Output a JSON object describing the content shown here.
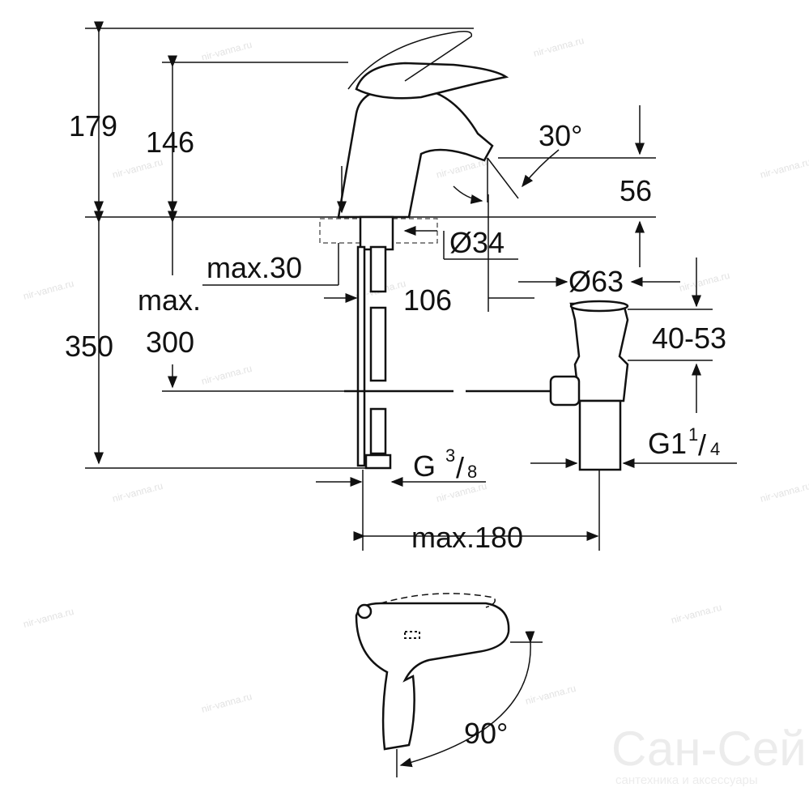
{
  "dimensions": {
    "total_height": "179",
    "spout_height": "146",
    "spout_angle": "30°",
    "spout_projection": "56",
    "hole_diameter": "Ø34",
    "deck_thickness": "max.30",
    "reach": "106",
    "waste_diameter": "Ø63",
    "hose_length_prefix": "max.",
    "hose_length_value": "300",
    "below_deck": "350",
    "waste_range": "40-53",
    "supply_thread_main": "G",
    "supply_thread_num": "3",
    "supply_thread_den": "8",
    "waste_thread_main": "G1",
    "waste_thread_num": "1",
    "waste_thread_den": "4",
    "rod_length": "max.180",
    "lever_rotation": "90°"
  },
  "watermarks": {
    "site": "nir-vanna.ru",
    "brand": "Сан-Сей",
    "tagline": "сантехника и аксессуары"
  }
}
